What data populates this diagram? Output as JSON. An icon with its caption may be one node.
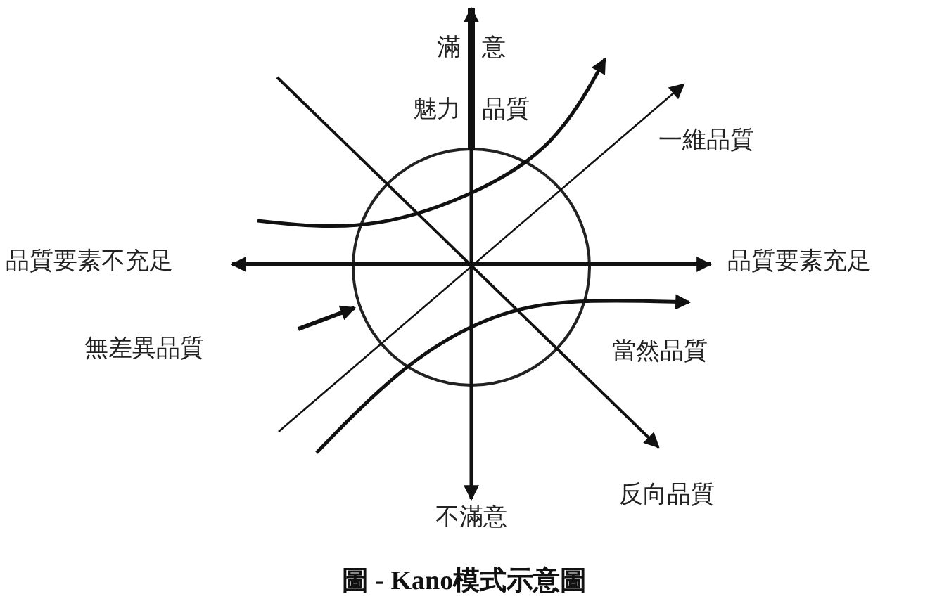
{
  "diagram": {
    "caption": "圖 - Kano模式示意圖",
    "labels": [
      "滿 意",
      "魅力 品質",
      "一維品質",
      "品質要素不充足",
      "品質要素充足",
      "無差異品質",
      "當然品質",
      "反向品質",
      "不滿意"
    ]
  }
}
